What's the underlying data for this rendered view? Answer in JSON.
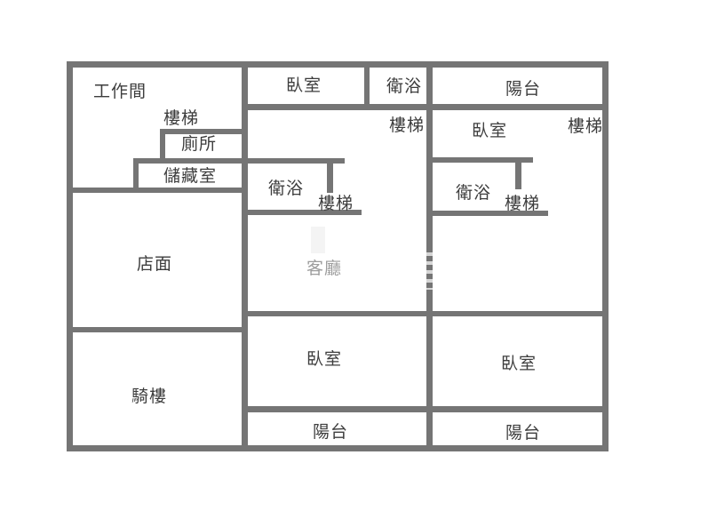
{
  "floorplan": {
    "wall_color": "#757575",
    "label_color": "#3d3d3d",
    "faded_label_color": "#9d9d9d",
    "rooms": {
      "workroom": "工作間",
      "stairs": "樓梯",
      "toilet": "廁所",
      "storage": "儲藏室",
      "shop": "店面",
      "arcade": "騎樓",
      "bedroom": "臥室",
      "bathroom": "衛浴",
      "balcony": "陽台",
      "living_room": "客廳"
    }
  }
}
